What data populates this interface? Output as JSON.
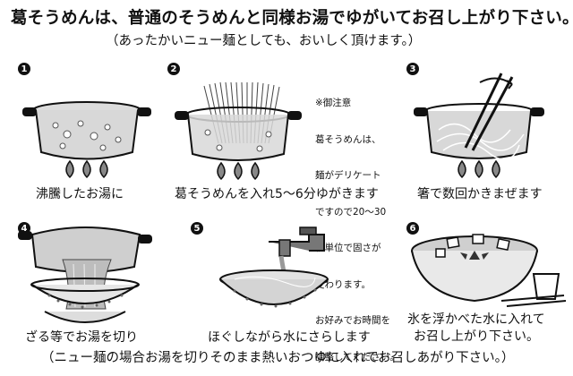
{
  "title": "葛そうめんは、普通のそうめんと同様お湯でゆがいてお召し上がり下さい。",
  "subtitle": "（あったかいニュー麺としても、おいしく頂けます。）",
  "steps": [
    {
      "number": "1",
      "caption": "沸騰したお湯に"
    },
    {
      "number": "2",
      "caption": "葛そうめんを入れ5～6分ゆがきます"
    },
    {
      "number": "3",
      "caption": "箸で数回かきまぜます"
    },
    {
      "number": "4",
      "caption": "ざる等でお湯を切り"
    },
    {
      "number": "5",
      "caption": "ほぐしながら水にさらします"
    },
    {
      "number": "6",
      "caption_line1": "氷を浮かべた水に入れて",
      "caption_line2": "お召し上がり下さい。"
    }
  ],
  "note": {
    "lines": [
      "※御注意",
      "葛そうめんは、",
      "麺がデリケート",
      "ですので20～30",
      "秒単位で固さが",
      "変わります。",
      "お好みでお時間を",
      "調整してください。"
    ]
  },
  "footer": "（ニュー麺の場合お湯を切りそのまま熱いおつゆに入れてお召しあがり下さい。）",
  "icons": [
    "pot-icon",
    "flame-icon",
    "noodles-icon",
    "chopsticks-icon",
    "colander-icon",
    "faucet-icon",
    "serving-bowl-icon",
    "cup-icon"
  ]
}
